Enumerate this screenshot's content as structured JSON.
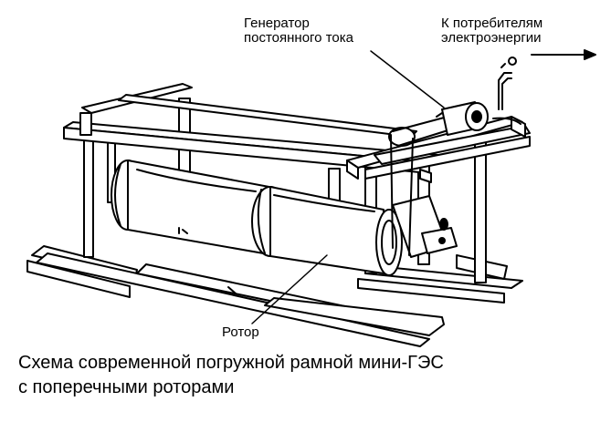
{
  "labels": {
    "generator_line1": "Генератор",
    "generator_line2": "постоянного тока",
    "consumer_line1": "К потребителям",
    "consumer_line2": "электроэнергии",
    "rotor": "Ротор"
  },
  "caption": {
    "line1": "Схема современной погружной рамной мини-ГЭС",
    "line2": "с поперечными роторами"
  }
}
